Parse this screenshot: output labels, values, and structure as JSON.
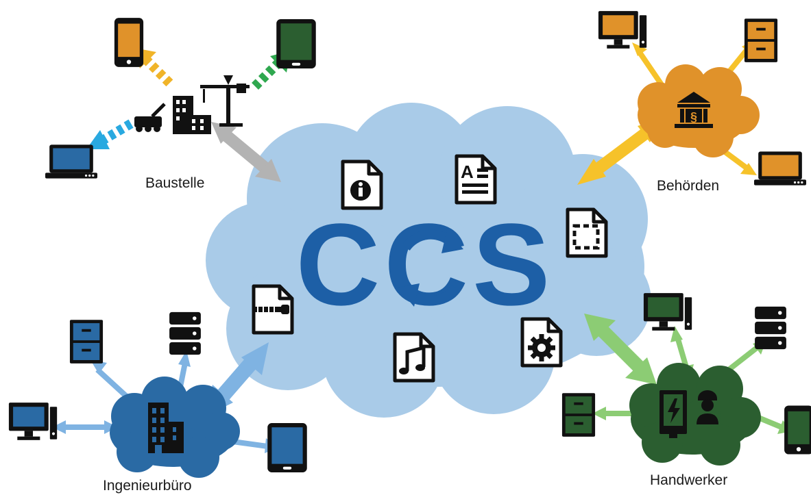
{
  "center": {
    "logo_text": "CCS",
    "cloud_color": "#a9cbe8",
    "logo_color": "#1d5fa6",
    "file_icons": [
      "info-file-icon",
      "text-file-icon",
      "selection-file-icon",
      "zip-file-icon",
      "audio-file-icon",
      "settings-file-icon"
    ]
  },
  "nodes": {
    "baustelle": {
      "label": "Baustelle",
      "icons": [
        "phone-icon",
        "tablet-icon",
        "laptop-icon",
        "construction-site-icon"
      ],
      "link_colors": [
        "#f0b429",
        "#2fa84f",
        "#29a9e0",
        "#b3b3b3"
      ]
    },
    "behoerden": {
      "label": "Behörden",
      "color": "#e0922a",
      "arrow_color": "#f6c22a",
      "icons": [
        "government-building-icon",
        "desktop-icon",
        "filing-cabinet-icon",
        "laptop-icon"
      ]
    },
    "ingenieurbuero": {
      "label": "Ingenieurbüro",
      "color": "#2a6aa4",
      "arrow_color": "#7fb3e2",
      "icons": [
        "office-building-icon",
        "filing-cabinet-icon",
        "server-icon",
        "desktop-icon",
        "tablet-icon"
      ]
    },
    "handwerker": {
      "label": "Handwerker",
      "color": "#2b5e30",
      "arrow_color": "#8ccc74",
      "icons": [
        "electric-panel-icon",
        "worker-icon",
        "desktop-icon",
        "server-icon",
        "filing-cabinet-icon",
        "phone-icon"
      ]
    }
  }
}
